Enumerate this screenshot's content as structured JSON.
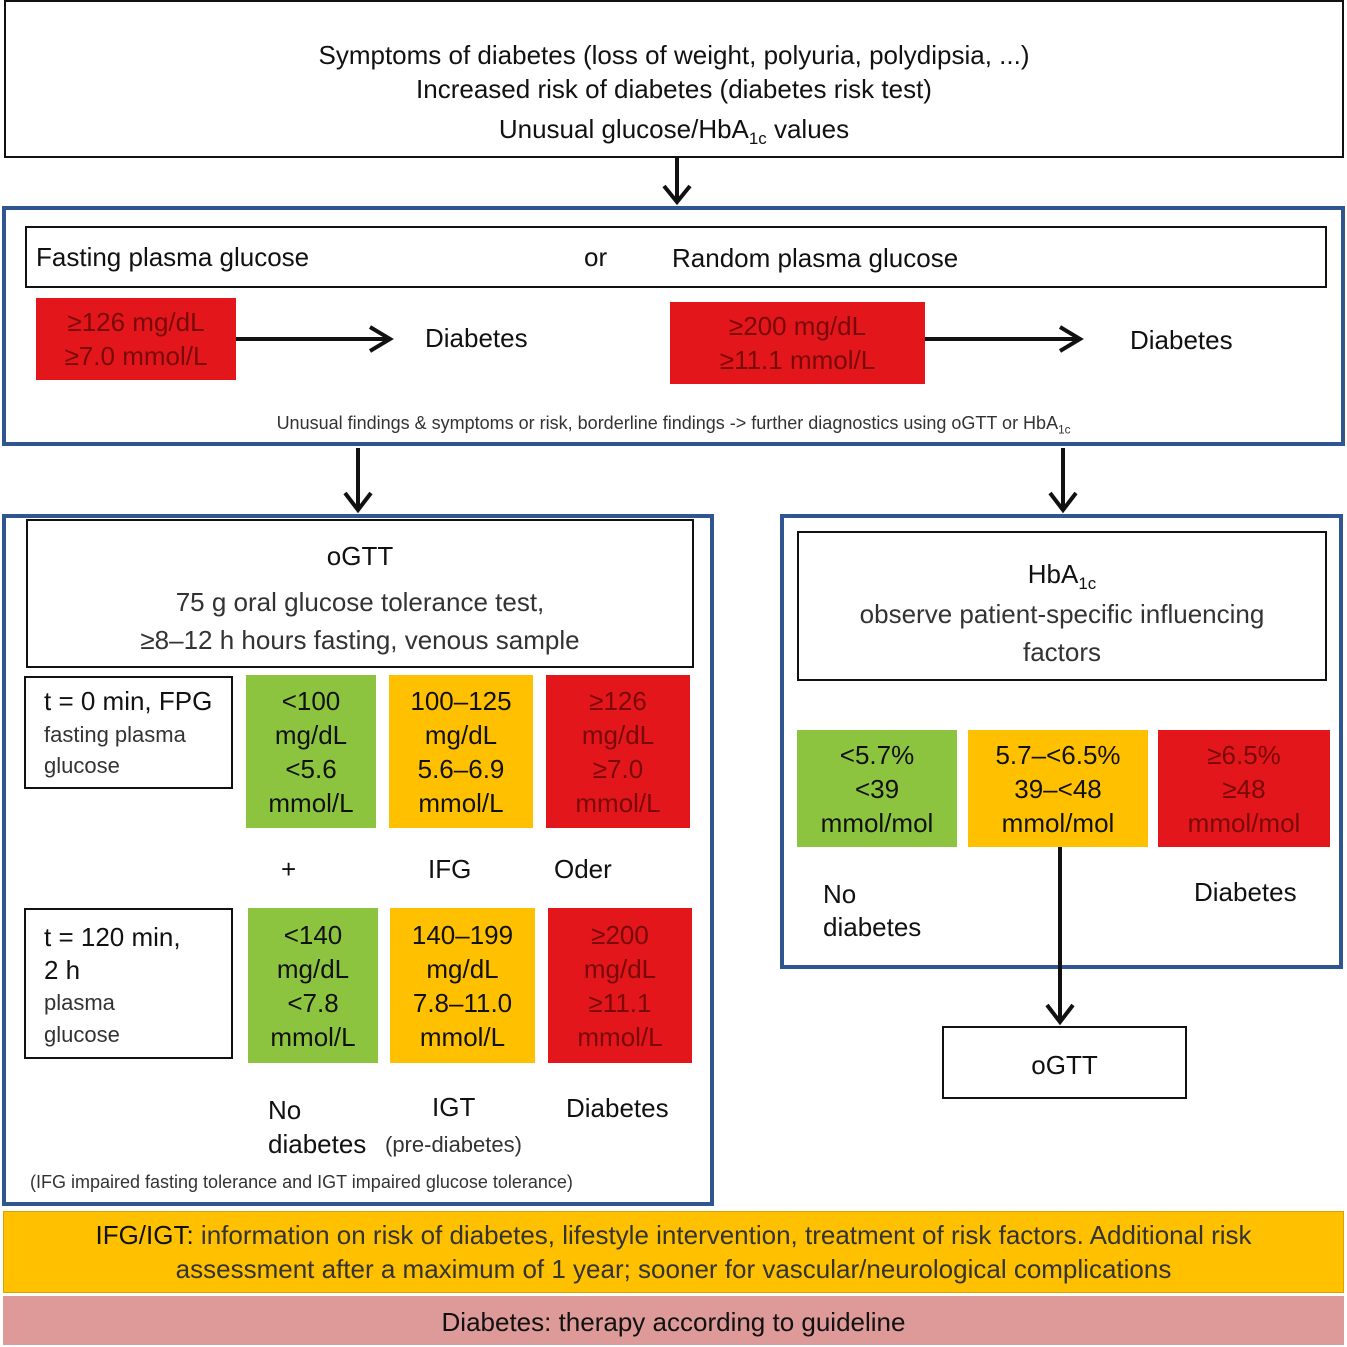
{
  "top": {
    "line1": "Symptoms of diabetes (loss of weight, polyuria, polydipsia, ...)",
    "line2": "Increased risk of diabetes (diabetes risk test)",
    "line3_prefix": "Unusual glucose/HbA",
    "line3_sub": "1c",
    "line3_suffix": " values"
  },
  "screen": {
    "fasting_label": "Fasting plasma glucose",
    "or_label": "or",
    "random_label": "Random plasma glucose",
    "fasting_threshold": [
      "≥126 mg/dL",
      "≥7.0 mmol/L"
    ],
    "random_threshold": [
      "≥200 mg/dL",
      "≥11.1 mmol/L"
    ],
    "fasting_result": "Diabetes",
    "random_result": "Diabetes",
    "footnote_prefix": "Unusual findings & symptoms or risk, borderline findings -> further diagnostics using oGTT or HbA",
    "footnote_sub": "1c"
  },
  "ogtt": {
    "title": "oGTT",
    "desc1": "75 g oral glucose tolerance test,",
    "desc2": "≥8–12 h hours fasting, venous sample",
    "fpg_label": [
      "t = 0 min, FPG",
      "fasting plasma",
      "glucose"
    ],
    "fpg_cells": [
      [
        "<100",
        "mg/dL",
        "<5.6",
        "mmol/L"
      ],
      [
        "100–125",
        "mg/dL",
        "5.6–6.9",
        "mmol/L"
      ],
      [
        "≥126",
        "mg/dL",
        "≥7.0",
        "mmol/L"
      ]
    ],
    "mid_labels": [
      "+",
      "IFG",
      "Oder"
    ],
    "pg2h_label": [
      "t = 120 min,",
      "2 h",
      "plasma",
      "glucose"
    ],
    "pg2h_cells": [
      [
        "<140",
        "mg/dL",
        "<7.8",
        "mmol/L"
      ],
      [
        "140–199",
        "mg/dL",
        "7.8–11.0",
        "mmol/L"
      ],
      [
        "≥200",
        "mg/dL",
        "≥11.1",
        "mmol/L"
      ]
    ],
    "result_no": [
      "No",
      "diabetes"
    ],
    "result_igt": "IGT",
    "result_igt_sub": "(pre-diabetes)",
    "result_diabetes": "Diabetes",
    "legend": "(IFG impaired fasting tolerance and IGT impaired glucose tolerance)"
  },
  "hba1c": {
    "title_prefix": "HbA",
    "title_sub": "1c",
    "desc1": "observe patient-specific influencing",
    "desc2": "factors",
    "cells": [
      [
        "<5.7%",
        "<39",
        "mmol/mol"
      ],
      [
        "5.7–<6.5%",
        "39–<48",
        "mmol/mol"
      ],
      [
        "≥6.5%",
        "≥48",
        "mmol/mol"
      ]
    ],
    "result_no": [
      "No",
      "diabetes"
    ],
    "result_diabetes": "Diabetes",
    "followup": "oGTT"
  },
  "bottom": {
    "ifg_igt_label": "IFG/IGT:",
    "ifg_igt_text1": " information on risk of diabetes, lifestyle intervention, treatment of risk factors. Additional risk",
    "ifg_igt_text2": "assessment after a maximum of 1 year; sooner for vascular/neurological complications",
    "diabetes_text": "Diabetes: therapy according to guideline"
  },
  "colors": {
    "red": "#e2161b",
    "green": "#8dc43f",
    "amber": "#ffc000",
    "pink": "#de9a98",
    "blue_border": "#2f5690"
  }
}
